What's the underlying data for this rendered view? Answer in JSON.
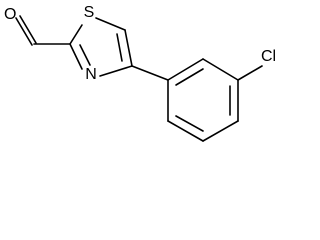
{
  "molecule": {
    "atoms": {
      "oxygen": "O",
      "sulfur": "S",
      "nitrogen": "N",
      "chlorine": "Cl"
    }
  }
}
